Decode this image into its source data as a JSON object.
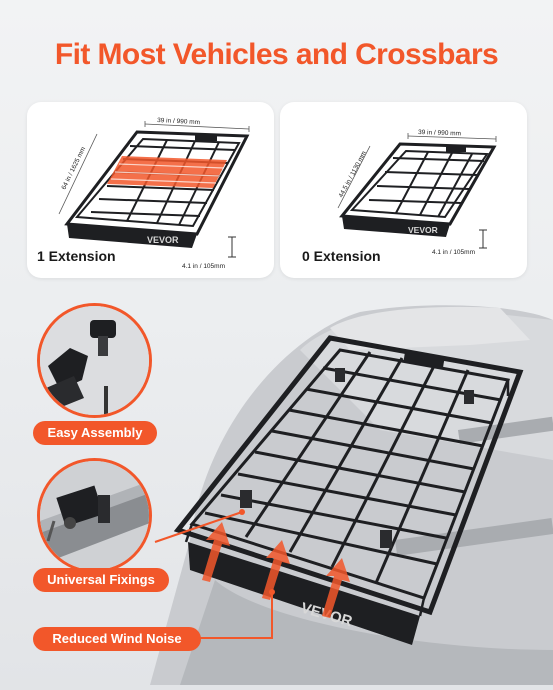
{
  "headline": "Fit Most Vehicles and Crossbars",
  "cards": [
    {
      "title": "1 Extension",
      "width_label": "39 in / 990 mm",
      "length_label": "64 in / 1625 mm",
      "height_label": "4.1 in / 105mm",
      "brand": "VEVOR"
    },
    {
      "title": "0 Extension",
      "width_label": "39 in / 990 mm",
      "length_label": "44.5 in / 1130 mm",
      "height_label": "4.1 in / 105mm",
      "brand": "VEVOR"
    }
  ],
  "features": [
    {
      "label": "Easy Assembly",
      "icon": "knob-bracket-icon"
    },
    {
      "label": "Universal Fixings",
      "icon": "crossbar-clamp-icon"
    },
    {
      "label": "Reduced Wind Noise",
      "icon": "wind-deflector-icon"
    }
  ],
  "main_brand": "VEVOR",
  "colors": {
    "accent": "#f2572a",
    "rack": "#1e1f22",
    "card": "#ffffff"
  }
}
